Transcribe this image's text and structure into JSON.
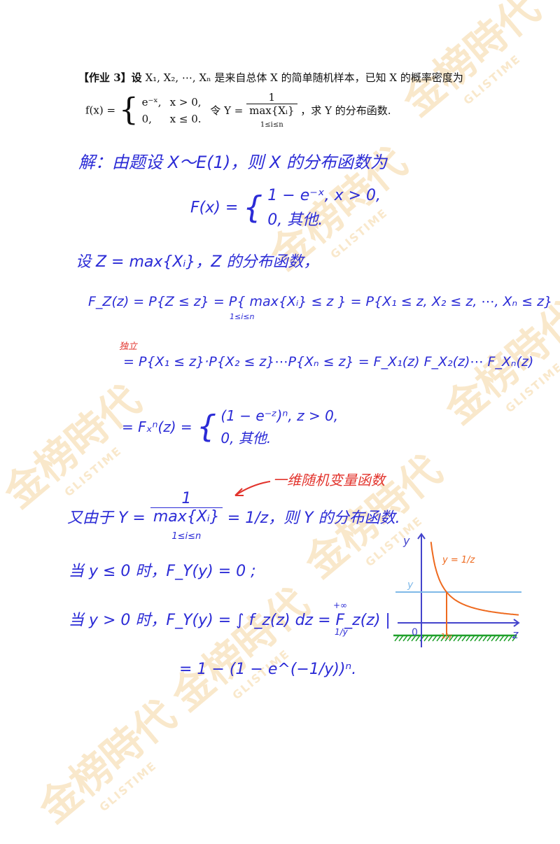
{
  "watermark": {
    "brand": "金榜時代",
    "latin": "GLISTIME"
  },
  "problem": {
    "prefix": "【作业 3】设",
    "text1": "X₁, X₂, ⋯, Xₙ 是来自总体 X 的简单随机样本，已知 X 的概率密度为",
    "fx_label": "f(x) =",
    "case1_expr": "e⁻ˣ,",
    "case1_cond": "x > 0,",
    "case2_expr": "0,",
    "case2_cond": "x ≤ 0.",
    "let": "令 Y =",
    "frac_num": "1",
    "frac_den": "max{Xᵢ}",
    "frac_den_sub": "1≤i≤n",
    "ask": "，求 Y 的分布函数."
  },
  "solution": {
    "line1": "解：由题设 X～E(1)，则 X 的分布函数为",
    "F_label": "F(x) =",
    "F_case1": "1 − e⁻ˣ,   x > 0,",
    "F_case2": "0,        其他.",
    "line2": "设 Z = max{Xᵢ}，Z 的分布函数，",
    "line3": "F_Z(z) = P{Z ≤ z} = P{ max{Xᵢ} ≤ z } = P{X₁ ≤ z, X₂ ≤ z, ⋯, Xₙ ≤ z}",
    "line3_sub": "1≤i≤n",
    "indep_note": "独立",
    "line4": "= P{X₁ ≤ z}·P{X₂ ≤ z}⋯P{Xₙ ≤ z} = F_X₁(z) F_X₂(z)⋯ F_Xₙ(z)",
    "line5_left": "= Fₓⁿ(z) =",
    "line5_case1": "(1 − e⁻ᶻ)ⁿ,   z > 0,",
    "line5_case2": "0,          其他.",
    "annotation": "一维随机变量函数",
    "line6_pre": "又由于 Y =",
    "line6_num": "1",
    "line6_den": "max{Xᵢ}",
    "line6_sub": "1≤i≤n",
    "line6_post": "= 1/z，则 Y 的分布函数.",
    "line7": "当 y ≤ 0 时，F_Y(y) = 0 ;",
    "line8": "当 y > 0 时，F_Y(y) = ∫ f_z(z) dz = F_z(z) |",
    "line8_limits_top": "+∞",
    "line8_limits_bottom": "1/y",
    "line9": "= 1 − (1 − e^(−1/y))ⁿ."
  },
  "graph": {
    "y_axis_label": "y",
    "z_axis_label": "z",
    "origin_label": "0",
    "curve_label": "y = 1/z",
    "level_label": "y",
    "tick_label": "1/y",
    "colors": {
      "curve": "#ee6a1f",
      "level": "#7fb9e8",
      "axes": "#4444cc",
      "hatch": "#1fa02a"
    }
  }
}
